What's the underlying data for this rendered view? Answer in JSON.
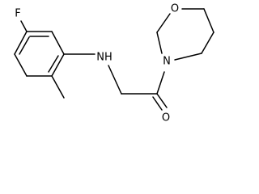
{
  "molecule": {
    "atoms": {
      "fluorine": "F",
      "amine": "NH",
      "morpholine_n": "N",
      "morpholine_o": "O",
      "carbonyl_o": "O"
    }
  }
}
